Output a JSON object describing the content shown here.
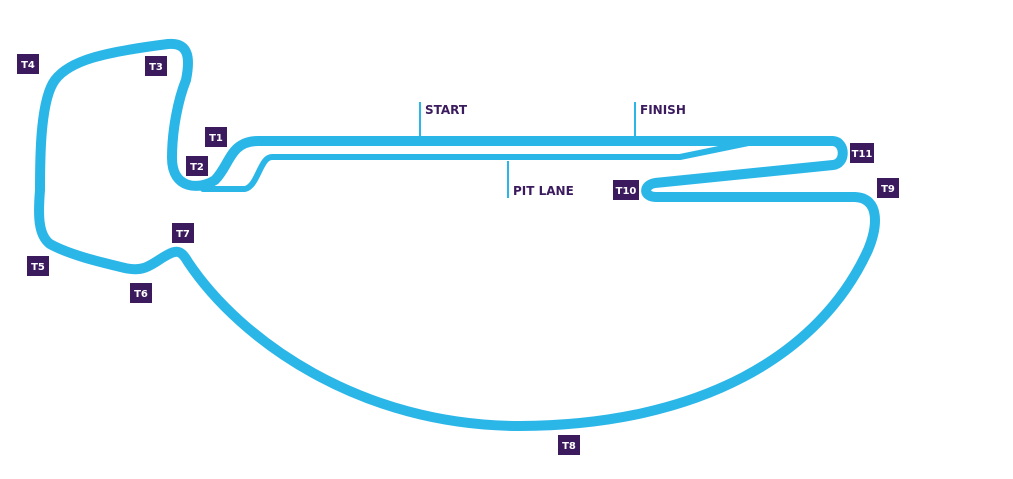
{
  "colors": {
    "track": "#2bb6e8",
    "marker_fill": "#3b1b5e",
    "marker_text": "#ffffff",
    "line_text": "#3b1b5e",
    "background": "#ffffff"
  },
  "lines": {
    "start": "START",
    "finish": "FINISH",
    "pit_lane": "PIT LANE"
  },
  "turns": [
    {
      "id": "t1",
      "label": "T1"
    },
    {
      "id": "t2",
      "label": "T2"
    },
    {
      "id": "t3",
      "label": "T3"
    },
    {
      "id": "t4",
      "label": "T4"
    },
    {
      "id": "t5",
      "label": "T5"
    },
    {
      "id": "t6",
      "label": "T6"
    },
    {
      "id": "t7",
      "label": "T7"
    },
    {
      "id": "t8",
      "label": "T8"
    },
    {
      "id": "t9",
      "label": "T9"
    },
    {
      "id": "t10",
      "label": "T10"
    },
    {
      "id": "t11",
      "label": "T11"
    }
  ]
}
